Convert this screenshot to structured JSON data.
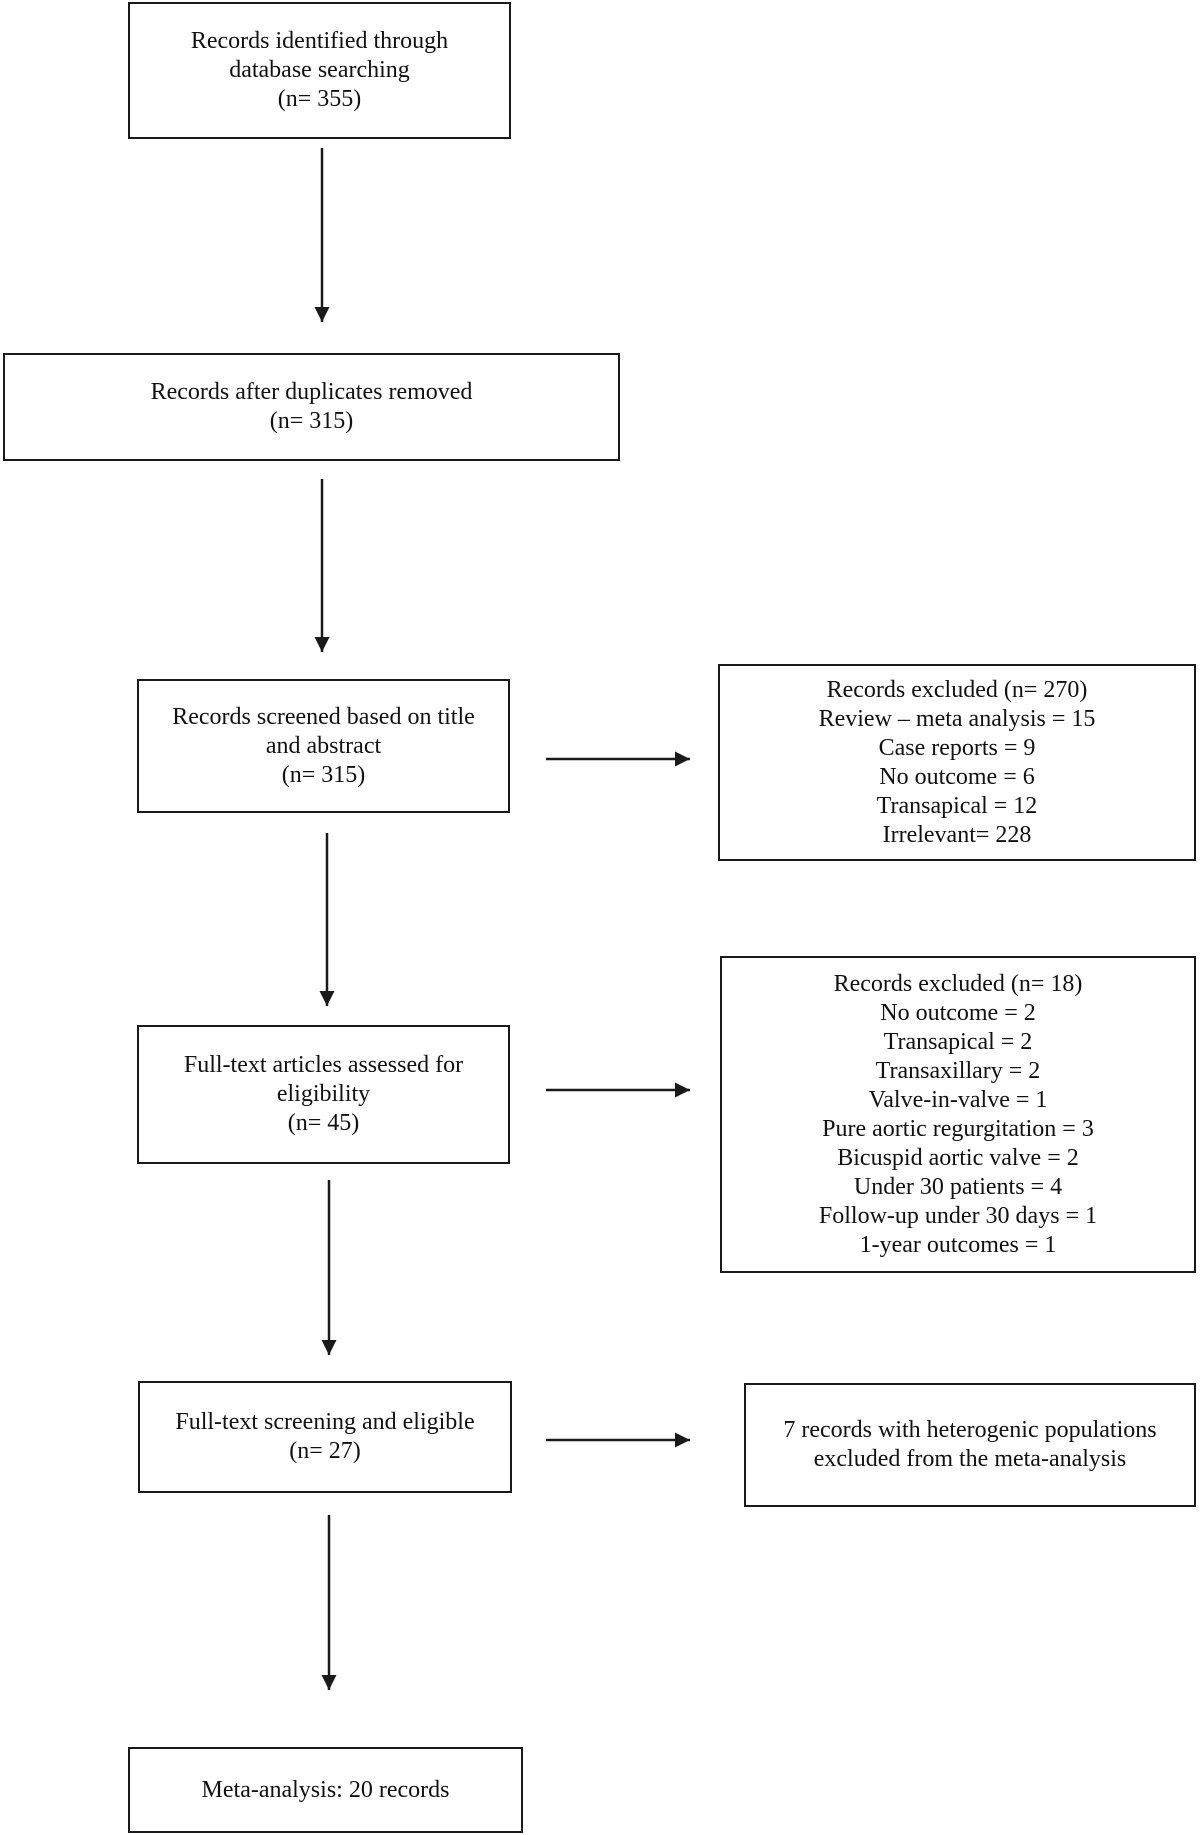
{
  "flow": {
    "identified": {
      "lines": [
        "Records identified through",
        "database searching",
        "(n= 355)"
      ]
    },
    "deduplicated": {
      "lines": [
        "Records after duplicates removed",
        "(n= 315)"
      ]
    },
    "screened": {
      "lines": [
        "Records screened based on title",
        "and abstract",
        "(n= 315)"
      ]
    },
    "excluded_screening": {
      "lines": [
        "Records excluded (n= 270)",
        "Review – meta analysis = 15",
        "Case reports = 9",
        "No outcome = 6",
        "Transapical = 12",
        "Irrelevant= 228"
      ]
    },
    "fulltext_assessed": {
      "lines": [
        "Full-text articles assessed for",
        "eligibility",
        "(n= 45)"
      ]
    },
    "excluded_fulltext": {
      "lines": [
        "Records excluded (n= 18)",
        "No outcome = 2",
        "Transapical = 2",
        "Transaxillary = 2",
        "Valve-in-valve = 1",
        "Pure aortic regurgitation = 3",
        "Bicuspid aortic valve = 2",
        "Under 30 patients = 4",
        "Follow-up under 30 days = 1",
        "1-year outcomes = 1"
      ]
    },
    "eligible": {
      "lines": [
        "Full-text screening and eligible",
        "(n= 27)"
      ]
    },
    "excluded_heterogenic": {
      "lines": [
        "7 records with heterogenic populations",
        "excluded from the meta-analysis"
      ]
    },
    "meta_analysis": {
      "lines": [
        "Meta-analysis: 20 records"
      ]
    }
  }
}
